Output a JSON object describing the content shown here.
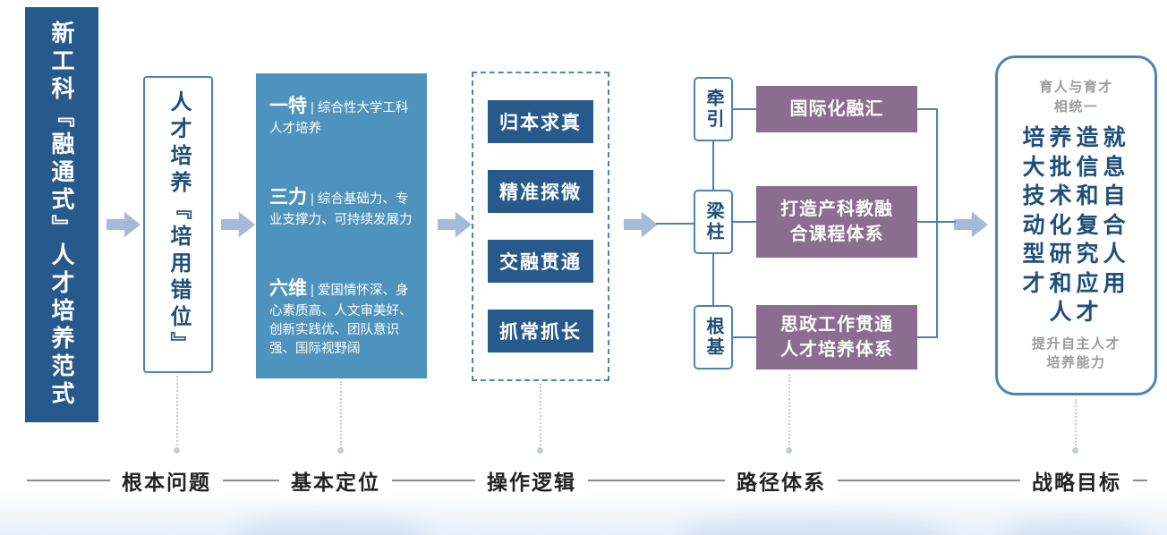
{
  "diagram": {
    "paradigm": "新工科『融通式』人才培养范式",
    "problem": "人才培养『培用错位』",
    "positioning": {
      "separator": "|",
      "items": [
        {
          "keyword": "一特",
          "desc": "综合性大学工科人才培养"
        },
        {
          "keyword": "三力",
          "desc": "综合基础力、专业支撑力、可持续发展力"
        },
        {
          "keyword": "六维",
          "desc": "爱国情怀深、身心素质高、人文审美好、创新实践优、团队意识强、国际视野阔"
        }
      ]
    },
    "logic": {
      "items": [
        "归本求真",
        "精准探微",
        "交融贯通",
        "抓常抓长"
      ]
    },
    "paths": {
      "nodes": [
        {
          "label": "牵引",
          "target": "国际化融汇"
        },
        {
          "label": "梁柱",
          "target": "打造产科教融合课程体系"
        },
        {
          "label": "根基",
          "target": "思政工作贯通人才培养体系"
        }
      ]
    },
    "goal": {
      "top": "育人与育才相统一",
      "main": "培养造就大批信息技术和自动化复合型研究人才和应用人才",
      "bottom": "提升自主人才培养能力"
    },
    "axis": {
      "labels": [
        "根本问题",
        "基本定位",
        "操作逻辑",
        "路径体系",
        "战略目标"
      ]
    },
    "colors": {
      "primary_dark_blue": "#27598C",
      "steel_blue": "#4E93BE",
      "mauve": "#8A6D8F",
      "border_blue": "#4E82B4",
      "arrow_blue": "#A5B9D8",
      "text_dark_blue": "#1F4E79",
      "muted_gray": "#9B9B9B"
    }
  }
}
